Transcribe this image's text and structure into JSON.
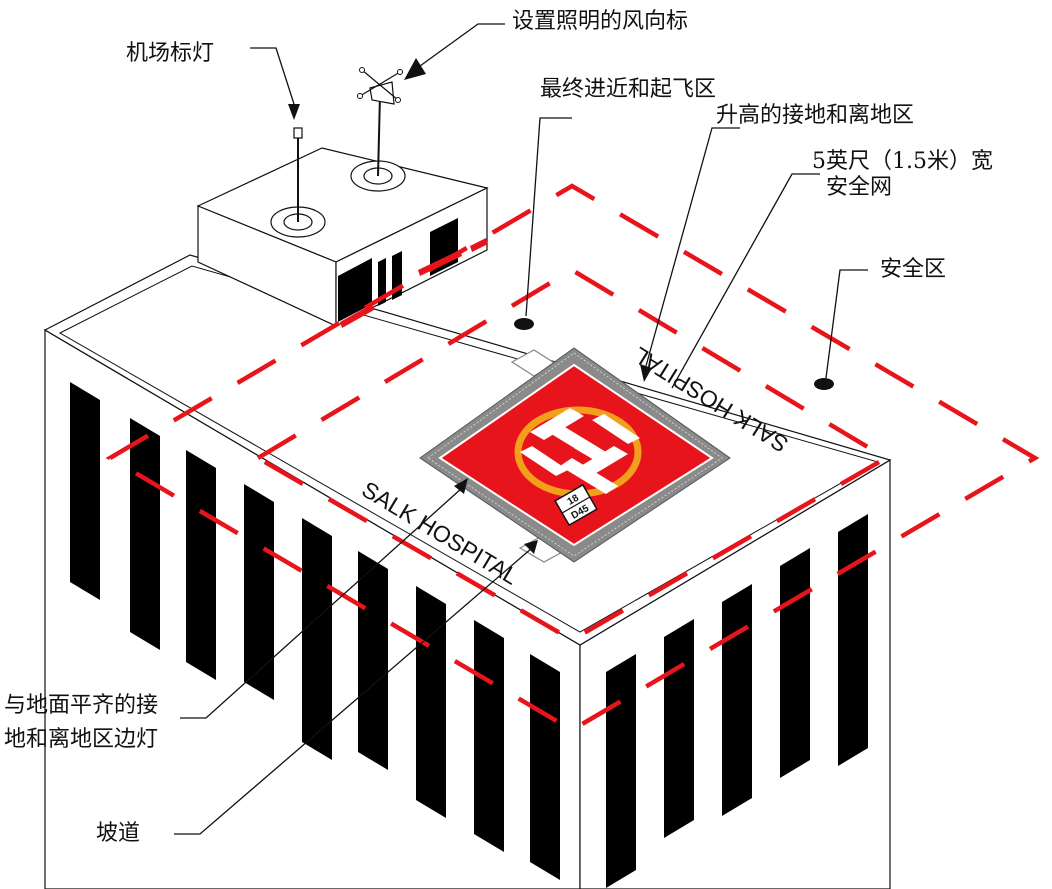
{
  "labels": {
    "airport_beacon": "机场标灯",
    "lighted_windsock": "设置照明的风向标",
    "fato": "最终进近和起飞区",
    "tlof_elevated": "升高的接地和离地区",
    "safety_net_line1": "5英尺（1.5米）宽",
    "safety_net_line2": "安全网",
    "safety_area": "安全区",
    "flush_lights_line1": "与地面平齐的接",
    "flush_lights_line2": "地和离地区边灯",
    "ramp": "坡道"
  },
  "pad": {
    "marking": "H",
    "weight_box_top": "18",
    "weight_box_bottom": "D45"
  },
  "roof_text": {
    "front": "SALK HOSPITAL",
    "right": "SALK HOSPITAL"
  },
  "colors": {
    "red": "#e8141b",
    "orange": "#f2a01c",
    "black": "#000000",
    "gray": "#8a8a8a"
  }
}
